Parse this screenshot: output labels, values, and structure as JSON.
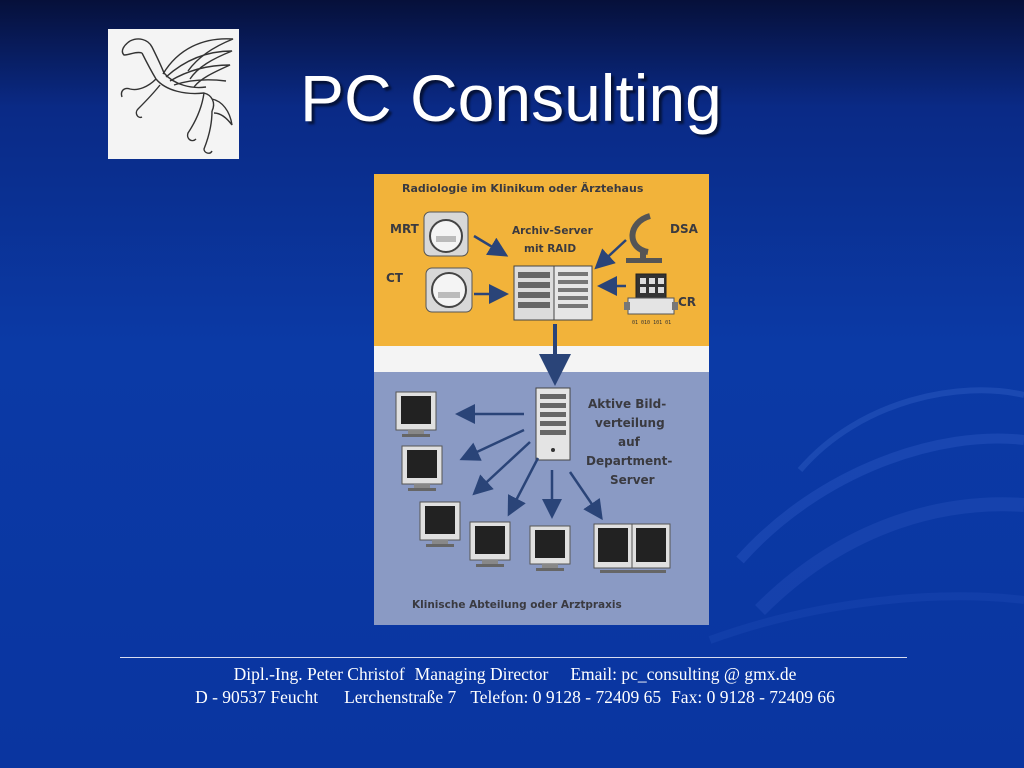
{
  "title": "PC Consulting",
  "diagram": {
    "top_heading": "Radiologie im Klinikum oder Ärztehaus",
    "mrt": "MRT",
    "ct": "CT",
    "dsa": "DSA",
    "cr": "CR",
    "archive_line1": "Archiv-Server",
    "archive_line2": "mit RAID",
    "cr_code": "01 010 101 01",
    "dept_lines": [
      "Aktive Bild-",
      "verteilung",
      "auf",
      "Department-",
      "Server"
    ],
    "bottom_heading": "Klinische Abteilung oder Arztpraxis",
    "colors": {
      "top_band": "#f2b33a",
      "bottom_band": "#8a9ac4",
      "arrow": "#2a4478"
    }
  },
  "footer": {
    "name": "Dipl.-Ing. Peter Christof",
    "role": "Managing Director",
    "email": "Email: pc_consulting @ gmx.de",
    "city": "D - 90537 Feucht",
    "street": "Lerchenstraße 7",
    "phone": "Telefon: 0 9128 - 72409 65",
    "fax": "Fax: 0 9128 - 72409 66"
  }
}
